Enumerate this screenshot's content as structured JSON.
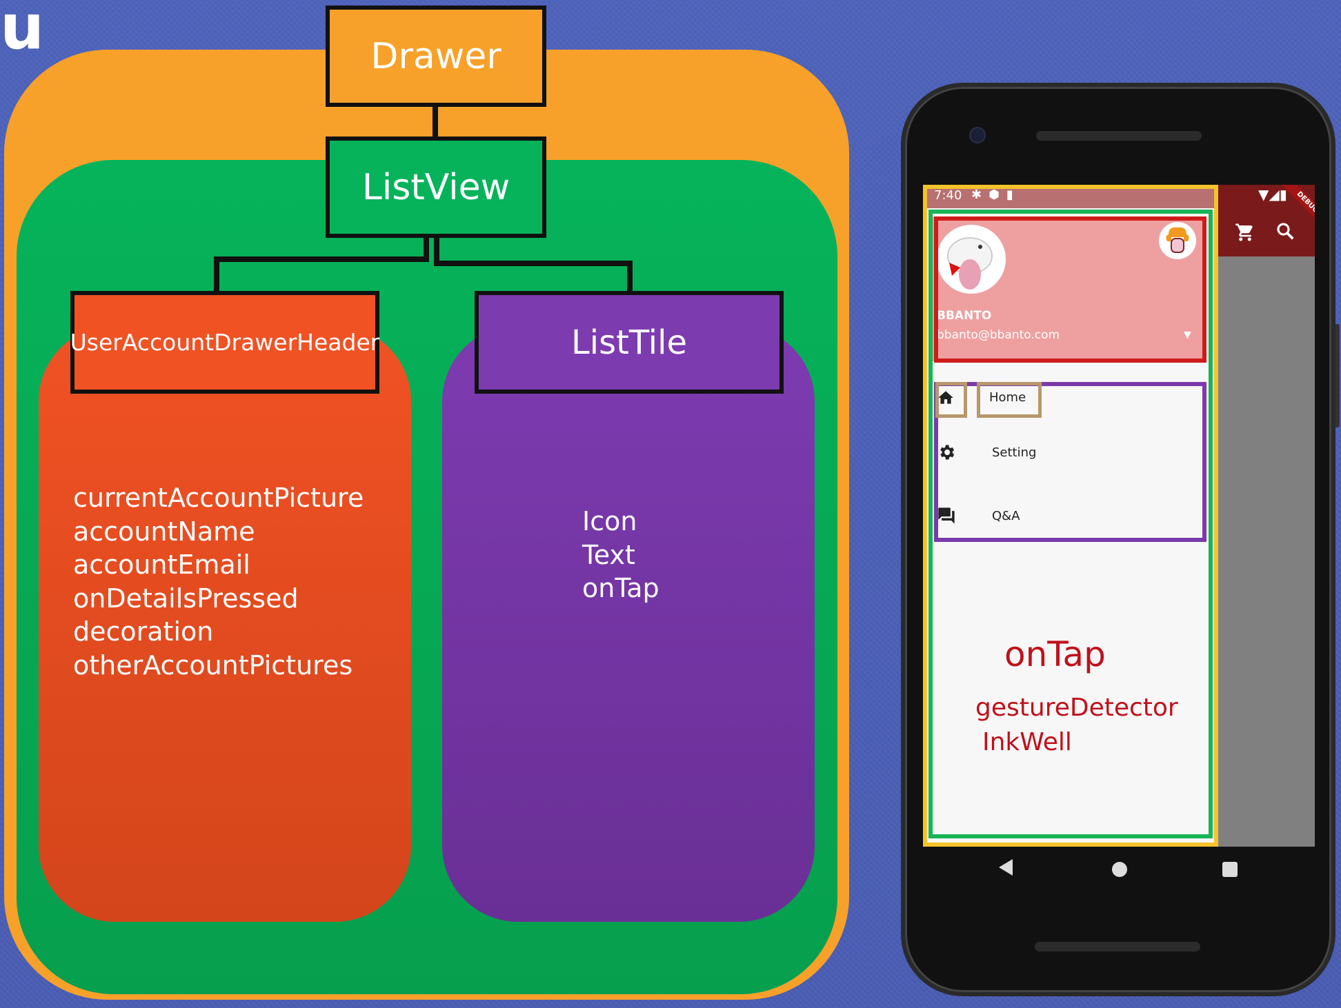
{
  "corner_glyph": "u",
  "diagram": {
    "drawer": "Drawer",
    "listview": "ListView",
    "user_account_drawer_header": "UserAccountDrawerHeader",
    "list_tile": "ListTile",
    "uad_props": [
      "currentAccountPicture",
      "accountName",
      "accountEmail",
      "onDetailsPressed",
      "decoration",
      "otherAccountPictures"
    ],
    "list_tile_props": [
      "Icon",
      "Text",
      "onTap"
    ],
    "colors": {
      "drawer": "#f7a12a",
      "listview": "#06b35a",
      "user_account_drawer_header": "#f05224",
      "list_tile": "#7d3bb0"
    }
  },
  "phone": {
    "status_time": "7:40",
    "status_icons": [
      "gear-icon",
      "shield-icon",
      "sd-card-icon"
    ],
    "debug_banner": "DEBUG",
    "appbar_icons": [
      "cart-icon",
      "search-icon"
    ],
    "account_name": "BBANTO",
    "account_email": "bbanto@bbanto.com",
    "tiles": [
      {
        "icon": "home-icon",
        "label": "Home"
      },
      {
        "icon": "gear-icon",
        "label": "Setting"
      },
      {
        "icon": "forum-icon",
        "label": "Q&A"
      }
    ],
    "annotation_title": "onTap",
    "annotation_lines": [
      "gestureDetector",
      "InkWell"
    ],
    "colors": {
      "header": "#eea0a0",
      "appbar": "#7a1a1a",
      "annotation": "#c0101a"
    }
  }
}
